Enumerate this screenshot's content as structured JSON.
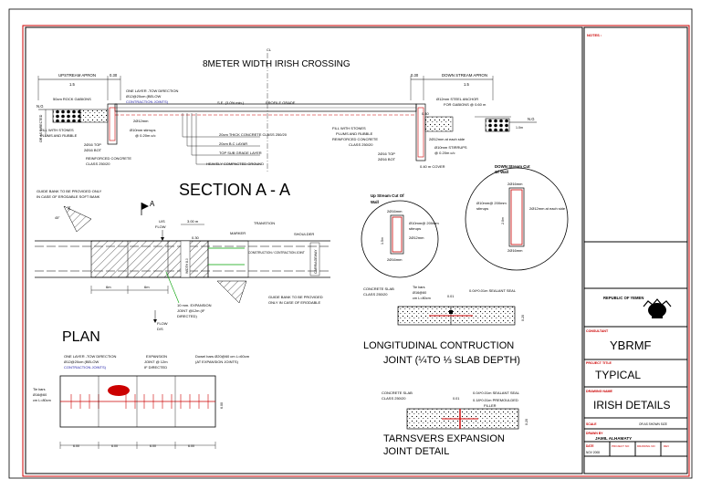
{
  "main_title": "8METER WIDTH IRISH CROSSING",
  "cl_label": "CL",
  "dims_top": {
    "upstream_apron": "UPSTREAM APRON",
    "downstream_apron": "DOWN STREAM APRON",
    "d_030_left": "0.30",
    "d_15_left": "1.5",
    "d_030_right": "0.30",
    "d_15_right": "1.5"
  },
  "section": {
    "title": "SECTION  A - A",
    "ng_left": "N.G",
    "ng_right": "N.G",
    "or_as_directed": "OR AS DIRECTED",
    "rock_gabions": "50cm ROCK GABIONS",
    "one_layer_1": "ONE LAYER -TOW DIRECTION",
    "one_layer_2": "Ø12@20cm (BELOW",
    "one_layer_3": "CONTRACTION JOINTS)",
    "se_slope": "S.E. (3.0% min.)",
    "profile_grade": "PROFILE GRADE",
    "d12mm": "2Ø12mm",
    "fill_stones_l1": "FILL WITH STONES",
    "fill_stones_l2": "PLUMS AND RUBBLE",
    "stirrups_l1": "Ø10mm stirrups",
    "stirrups_l2": "@ 0.20m c/c",
    "top_bot_l1": "2Ø16 TOP",
    "top_bot_l2": "2Ø16  BOT",
    "rc_l1": "REINFORCED CONCRETE",
    "rc_l2": "CLASS  250/20",
    "layer_1": "20cm THICK CONCRETE CLASS 250/20",
    "layer_2": "20cm B.C LAYAR",
    "layer_3": "TOP SUB GRADE LAYER",
    "layer_4": "HEAVELY COMPACTED GROUND",
    "anchor_l1": "Ø12mm STEEL ANCHOR",
    "anchor_l2": "FOR GABIONS @ 0.60 m",
    "d040": "0.40",
    "fill_r1": "FILL WITH STONES",
    "fill_r2": "PLUMS AND RUBBLE",
    "fill_r3": "REINFORCED CONCRETE",
    "fill_r4": "CLASS  250/20",
    "each_side": "2Ø12mm at each side",
    "stir_r1": "Ø10mm STIRRUPS",
    "stir_r2": "@ 0.20m c/c",
    "top_r": "2Ø16 TOP",
    "bot_r": "2Ø16  BOT",
    "cover": "0.40 m COVER",
    "one_m": "1.0m"
  },
  "plan": {
    "title": "PLAN",
    "guide_bank_1": "GUIDE BANK TO BE PROVIDED ONLY",
    "guide_bank_2": "IN CASE OF ERODABLE  SOFT BANK",
    "guide_bank_b1": "GUIDE BANK TO BE PROVIDED",
    "guide_bank_b2": "ONLY IN CASE OF ERODABLE",
    "sect_a": "A",
    "us_flow_1": "U/S",
    "us_flow_2": "FLOW",
    "ds_flow_1": "FLOW",
    "ds_flow_2": "D/S",
    "d300": "3.00 m",
    "d030": "0.30",
    "marker": "MARKER",
    "transition": "TRANSTION",
    "shoulder": "SHOULDER",
    "const_joint": "CONSTRUCTION / CONTRACTION JOINT",
    "carriageway": "CARRIAGEWAY",
    "exp_joint_1": "10 mm. EXPANSION",
    "exp_joint_2": "JOINT  @12m (IF",
    "exp_joint_3": "DIRECTED)",
    "d6m_1": "6m",
    "d6m_2": "6m",
    "deg45": "45°"
  },
  "plan2": {
    "one_layer_1": "ONE LAYER -TOW DIRECTION",
    "one_layer_2": "Ø12@20cm (BELOW",
    "one_layer_3": "CONTRACTION JOINTS)",
    "expansion_1": "EXPANSION",
    "expansion_2": "JOINT @ 12m",
    "expansion_3": "IF DIRECTED",
    "dowel_1": "Dowel bars Ø20@60 cm L=60cm",
    "dowel_2": "(AT EXPANSION JOINTS)",
    "tie_1": "Tie bars",
    "tie_2": "Ø16@60",
    "tie_3": "cm L=80cm",
    "d600": "6.00",
    "dim_a": "6.00",
    "dim_b": "6.00",
    "dim_c": "6.00",
    "dim_d": "6.00"
  },
  "cutoff_up": {
    "title_1": "Up Stream Cut Of",
    "title_2": "Wall",
    "top": "2Ø16mm",
    "stirrups_1": "Ø10mm@ 200mm",
    "stirrups_2": "stirrups",
    "side": "2Ø12mm",
    "bottom": "2Ø16mm",
    "height": "1.5m"
  },
  "cutoff_down": {
    "title_1": "DOWN Stream Cut",
    "title_2": "Of Wall",
    "top": "2Ø16mm",
    "stirrups_1": "Ø10mm@ 200mm",
    "stirrups_2": "stirrups",
    "side": "2Ø12mm at each side",
    "bottom": "2Ø16mm",
    "height": "2.0m"
  },
  "long_joint": {
    "slab_1": "CONCRETE SLAB",
    "slab_2": "CLASS 250/20",
    "tie_1": "Tie bars",
    "tie_2": "Ø16@60",
    "tie_3": "cm L=80cm",
    "d001": "0.01",
    "sealant": "0.04*0.01m SEALANT SEAL",
    "d020": "0.20",
    "title_1": "LONGITUDINAL CONTRUCTION",
    "title_2": "JOINT  (¼TO ⅓  SLAB DEPTH)"
  },
  "trans_joint": {
    "slab_1": "CONCRETE SLAB",
    "slab_2": "CLASS 250/20",
    "d001": "0.01",
    "sealant": "0.04*0.01m SEALANT SEAL",
    "filler_1": "0.18*0.01m PREMOULDED",
    "filler_2": "FILLER",
    "d020": "0.20",
    "title_1": "TARNSVERS EXPANSION",
    "title_2": "JOINT DETAIL"
  },
  "title_block": {
    "notes": "NOTES :",
    "republic": "REPUBLIC OF YEMEN",
    "consultant_label": "CONSULTANT",
    "consultant": "YBRMF",
    "project_label": "PROJECT TITLE",
    "project": "TYPICAL",
    "drawing_label": "DRAWING NAME",
    "drawing": "IRISH DETAILS",
    "scale_label": "SCALE",
    "scale_value": "OR AS SHOWN SIZE",
    "drawn_label": "DRAWN BY",
    "drawn": "JAMIL ALHAMATY",
    "date_label": "DATE",
    "date": "NOV 2008",
    "project_no": "PROJECT NO",
    "drawing_no": "DRAWING NO",
    "rev": "REV"
  },
  "colors": {
    "line": "#000000",
    "dim": "#1a1aa6",
    "red": "#cc0000",
    "green": "#00a000",
    "magenta": "#c000c0"
  }
}
